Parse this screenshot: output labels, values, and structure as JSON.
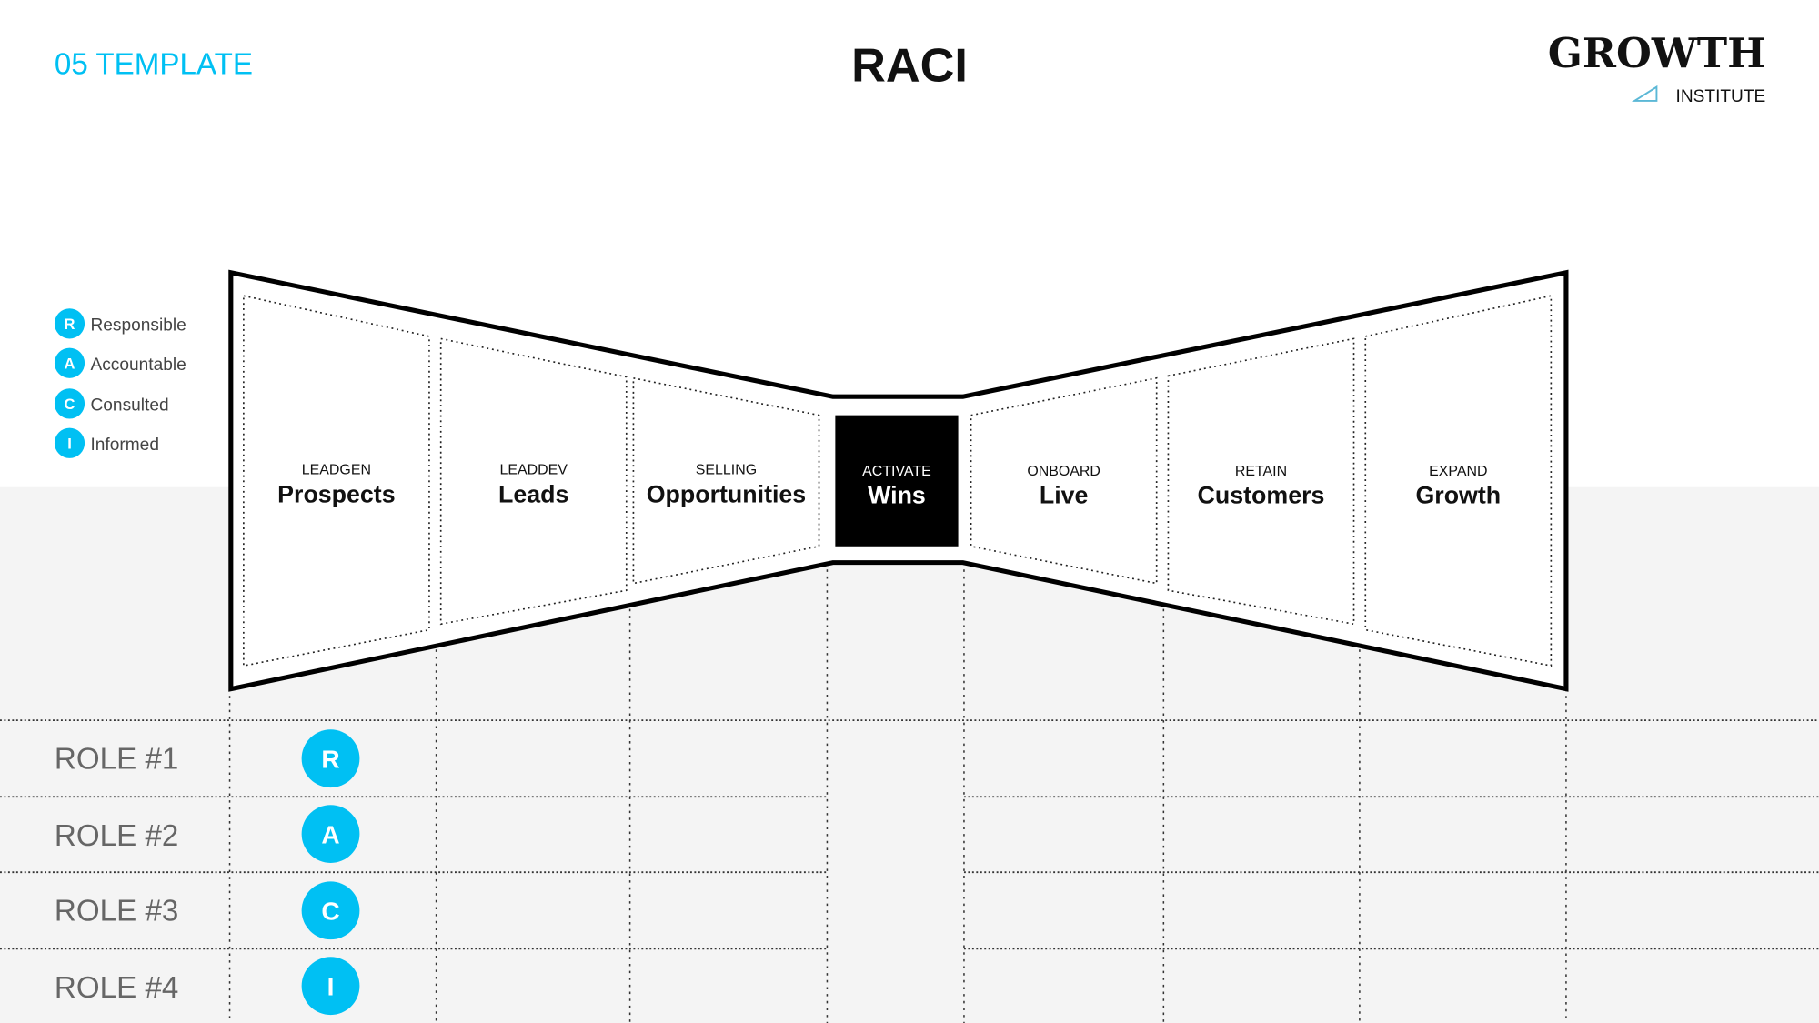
{
  "header": {
    "template_label": "05 TEMPLATE",
    "title": "RACI",
    "logo": {
      "line1": "GROWTH",
      "line2": "INSTITUTE"
    }
  },
  "colors": {
    "accent": "#00c0f3",
    "gray_bg": "#f4f4f4",
    "role_text": "#666666"
  },
  "legend": [
    {
      "letter": "R",
      "label": "Responsible"
    },
    {
      "letter": "A",
      "label": "Accountable"
    },
    {
      "letter": "C",
      "label": "Consulted"
    },
    {
      "letter": "I",
      "label": "Informed"
    }
  ],
  "stages": [
    {
      "stage": "LEADGEN",
      "name": "Prospects"
    },
    {
      "stage": "LEADDEV",
      "name": "Leads"
    },
    {
      "stage": "SELLING",
      "name": "Opportunities"
    },
    {
      "stage": "ACTIVATE",
      "name": "Wins"
    },
    {
      "stage": "ONBOARD",
      "name": "Live"
    },
    {
      "stage": "RETAIN",
      "name": "Customers"
    },
    {
      "stage": "EXPAND",
      "name": "Growth"
    }
  ],
  "roles": [
    {
      "label": "ROLE #1",
      "assignment": "R"
    },
    {
      "label": "ROLE #2",
      "assignment": "A"
    },
    {
      "label": "ROLE #3",
      "assignment": "C"
    },
    {
      "label": "ROLE #4",
      "assignment": "I"
    }
  ]
}
